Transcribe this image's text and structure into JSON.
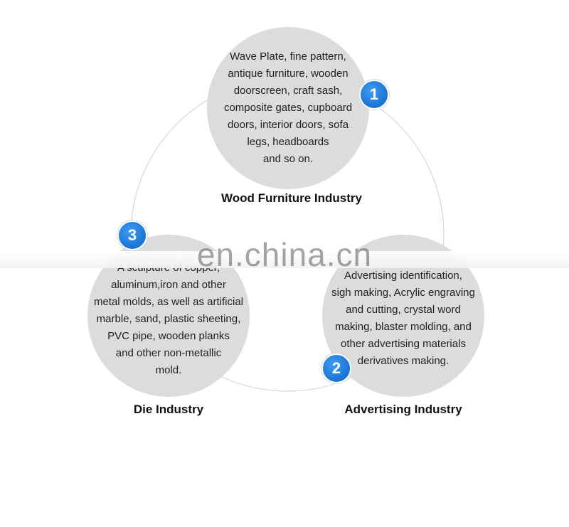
{
  "nodes": [
    {
      "title": "Wood Furniture Industry",
      "badge": "1",
      "lines": [
        "Wave Plate, fine pattern,",
        "antique furniture, wooden",
        "doorscreen, craft sash,",
        "composite gates, cupboard",
        "doors, interior doors, sofa",
        "legs, headboards",
        "and so on."
      ]
    },
    {
      "title": "Advertising Industry",
      "badge": "2",
      "lines": [
        "Advertising identification,",
        "sigh making, Acrylic engraving",
        "and cutting, crystal word",
        "making, blaster molding, and",
        "other advertising materials",
        "derivatives making."
      ]
    },
    {
      "title": "Die Industry",
      "badge": "3",
      "lines": [
        "A sculpture of copper,",
        "aluminum,iron and other",
        "metal molds, as well as artificial",
        "marble, sand, plastic sheeting,",
        "PVC pipe, wooden planks",
        "and other non-metallic",
        "mold."
      ]
    }
  ],
  "watermark": "en.china.cn",
  "colors": {
    "bubble": "#dcdcdc",
    "badge": "#1f78d8",
    "ring": "#d0d0d0"
  }
}
